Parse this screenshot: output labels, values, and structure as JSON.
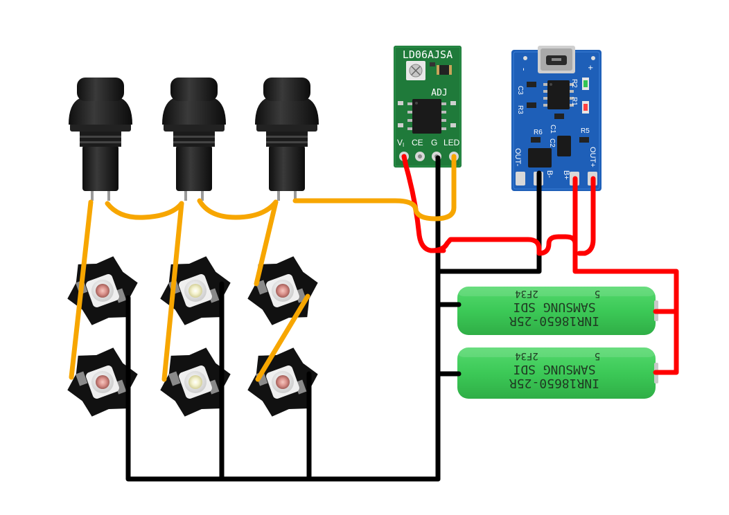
{
  "driver": {
    "title": "LD06AJSA",
    "adj": "ADJ",
    "pins": [
      "V",
      "CE",
      "G",
      "LED"
    ],
    "pin_sub": "I"
  },
  "charger": {
    "top": [
      "-",
      "+"
    ],
    "left": [
      "C3",
      "R3"
    ],
    "r2": "R2",
    "r1": "R1",
    "r6": "R6",
    "c1": "C1",
    "r5": "R5",
    "c2": "C2",
    "out_minus": "OUT-",
    "b_minus": "B-",
    "b_plus": "B+",
    "out_plus": "OUT+"
  },
  "battery": {
    "line1": "INR18650-25R",
    "line2": "SAMSUNG  SDI",
    "line3": "2F34",
    "mark": "5"
  },
  "colors": {
    "wire_signal": "#f7a600",
    "wire_positive": "#ff0000",
    "wire_ground": "#000000",
    "driver_pcb": "#1f7a3a",
    "charger_pcb": "#1e5fb8",
    "battery": "#3fcf5c"
  }
}
